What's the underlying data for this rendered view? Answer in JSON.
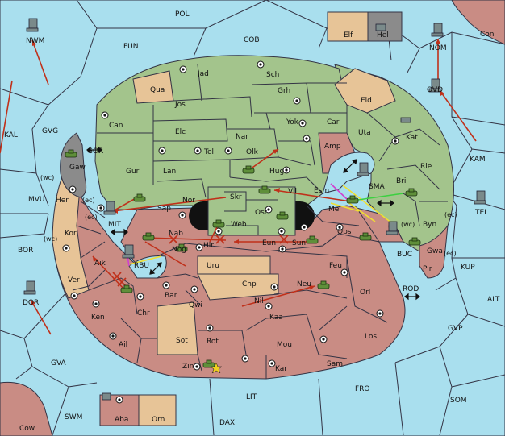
{
  "map": {
    "sea_regions": [
      "POL",
      "COB",
      "FUN",
      "NWM",
      "KAL",
      "GVG",
      "MVU",
      "BOR",
      "DOR",
      "GVA",
      "SWM",
      "DAX",
      "LIT",
      "FRO",
      "SOM",
      "GVP",
      "ALT",
      "KUP",
      "TEI",
      "KAM",
      "OVD",
      "NOM",
      "Con",
      "Cow"
    ],
    "labels": {
      "pol": "POL",
      "cob": "COB",
      "fun": "FUN",
      "nwm": "NWM",
      "kal": "KAL",
      "gvg": "GVG",
      "mvu": "MVU",
      "bor": "BOR",
      "dor": "DOR",
      "gva": "GVA",
      "swm": "SWM",
      "dax": "DAX",
      "lit": "LIT",
      "fro": "FRO",
      "som": "SOM",
      "gvp": "GVP",
      "alt": "ALT",
      "kup": "KUP",
      "tei": "TEI",
      "kam": "KAM",
      "ovd": "OVD",
      "nom": "NOM",
      "con": "Con",
      "cow": "Cow",
      "elf": "Elf",
      "hel": "Hel",
      "aba": "Aba",
      "orn": "Orn",
      "gor": "GOR",
      "mit": "MIT",
      "rbu": "RBU",
      "sma": "SMA",
      "buc": "BUC",
      "rod": "ROD",
      "jad": "Jad",
      "sch": "Sch",
      "qua": "Qua",
      "jos": "Jos",
      "grh": "Grh",
      "eld": "Eld",
      "can": "Can",
      "elc": "Elc",
      "nar": "Nar",
      "yok": "Yok",
      "car": "Car",
      "uta": "Uta",
      "kat": "Kat",
      "tel": "Tel",
      "olk": "Olk",
      "amp": "Amp",
      "gur": "Gur",
      "lan": "Lan",
      "hug": "Hug",
      "rie": "Rie",
      "gaw": "Gaw",
      "vil": "Vil",
      "esm": "Esm",
      "bri": "Bri",
      "her": "Her",
      "nor": "Nor",
      "skr": "Skr",
      "sap": "Sap",
      "web": "Web",
      "ost": "Ost",
      "mel": "Mel",
      "kor": "Kor",
      "byn": "Byn",
      "nab": "Nab",
      "hir": "Hir",
      "eun": "Eun",
      "sun": "Sun",
      "obs": "Obs",
      "gwa": "Gwa",
      "aik": "Aik",
      "nog": "Nog",
      "uru": "Uru",
      "feu": "Feu",
      "pir": "Pir",
      "ver": "Ver",
      "chp": "Chp",
      "neu": "Neu",
      "orl": "Orl",
      "bar": "Bar",
      "nil": "Nil",
      "ken": "Ken",
      "chr": "Chr",
      "qwi": "Qwi",
      "kaa": "Kaa",
      "los": "Los",
      "sot": "Sot",
      "ail": "Ail",
      "rot": "Rot",
      "mou": "Mou",
      "sam": "Sam",
      "zin": "Zin",
      "kar": "Kar",
      "wc1": "(wc)",
      "wc2": "(wc)",
      "wc3": "(wc)",
      "ec1": "(ec)",
      "ec2": "(ec)",
      "ec3": "(ec)",
      "ec4": "(ec)"
    },
    "colors": {
      "sea": "#a9dfee",
      "green_power": "#a3c48c",
      "red_power": "#c98c84",
      "neutral": "#e7c497",
      "grey": "#8b8b8b",
      "order_move": "#c0301a",
      "support": "#f0e030"
    },
    "unit_icons": [
      "army-icon",
      "fleet-icon"
    ]
  }
}
